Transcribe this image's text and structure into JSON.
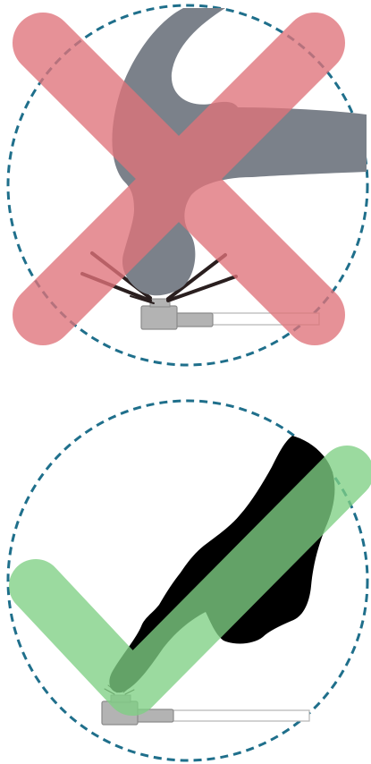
{
  "illustration": {
    "top_panel": {
      "depicts": "hammer",
      "verdict": "incorrect",
      "overlay_icon": "x-mark-icon"
    },
    "bottom_panel": {
      "depicts": "finger",
      "verdict": "correct",
      "overlay_icon": "checkmark-icon"
    }
  },
  "colors": {
    "circle_border": "#1f6f8b",
    "cross": "#e0737a",
    "check": "#7fcf84",
    "hammer_head": "#7b818a",
    "connector_body": "#b3b3b3",
    "connector_outline": "#8a8a8a",
    "finger_silhouette": "#000000",
    "impact_lines": "#2a1f1f"
  }
}
